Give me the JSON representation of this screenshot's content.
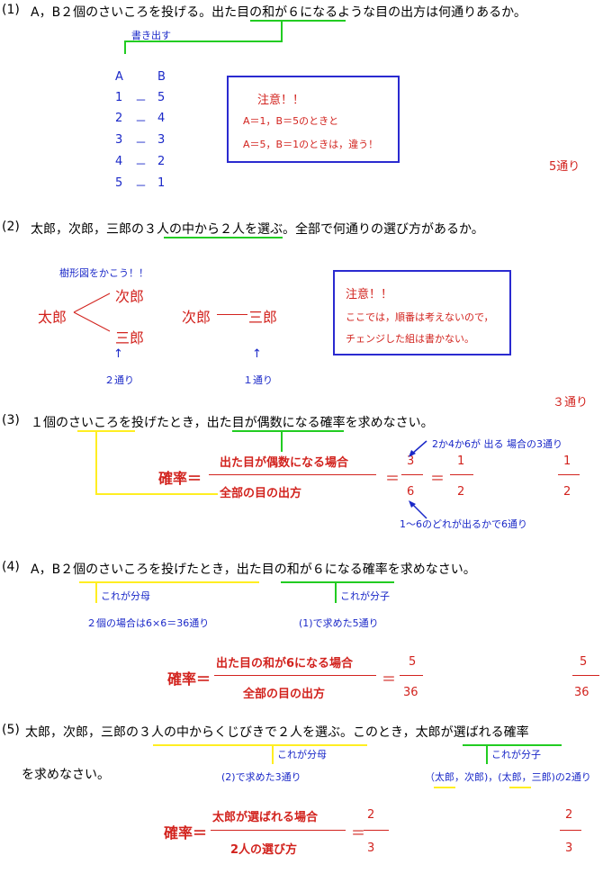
{
  "q1": {
    "num": "(1)",
    "text": "A，B２個のさいころを投げる。出た目の和が６になるような目の出方は何通りあるか。",
    "note_label": "書き出す",
    "col_a": "A",
    "col_b": "B",
    "pairs": [
      {
        "a": "1",
        "b": "5"
      },
      {
        "a": "2",
        "b": "4"
      },
      {
        "a": "3",
        "b": "3"
      },
      {
        "a": "4",
        "b": "2"
      },
      {
        "a": "5",
        "b": "1"
      }
    ],
    "dash": "－",
    "caution_title": "注意！！",
    "caution_line1": "A＝1，B＝5のときと",
    "caution_line2": "A＝5，B＝1のときは，違う！",
    "answer": "5通り"
  },
  "q2": {
    "num": "(2)",
    "text": "太郎，次郎，三郎の３人の中から２人を選ぶ。全部で何通りの選び方があるか。",
    "tree_note": "樹形図をかこう！！",
    "taro": "太郎",
    "jiro": "次郎",
    "saburo": "三郎",
    "jiro2": "次郎",
    "saburo2": "三郎",
    "arrow": "↑",
    "count_left": "２通り",
    "count_right": "１通り",
    "caution_title": "注意！！",
    "caution_line1": "ここでは，順番は考えないので，",
    "caution_line2": "チェンジした組は書かない。",
    "answer": "３通り"
  },
  "q3": {
    "num": "(3)",
    "text": "１個のさいころを投げたとき，出た目が偶数になる確率を求めなさい。",
    "prob_label": "確率＝",
    "numerator_text": "出た目が偶数になる場合",
    "denominator_text": "全部の目の出方",
    "eq": "＝",
    "n1": "3",
    "d1": "6",
    "eq2": "＝",
    "n2": "1",
    "d2": "2",
    "note_top": "2か4か6が 出る 場合の3通り",
    "note_bottom": "1～6のどれが出るかで6通り",
    "ans_n": "1",
    "ans_d": "2"
  },
  "q4": {
    "num": "(4)",
    "text": "A，B２個のさいころを投げたとき，出た目の和が６になる確率を求めなさい。",
    "denom_label": "これが分母",
    "numer_label": "これが分子",
    "denom_note": "２個の場合は6×6＝36通り",
    "numer_note": "(1)で求めた5通り",
    "prob_label": "確率＝",
    "numerator_text": "出た目の和が6になる場合",
    "denominator_text": "全部の目の出方",
    "eq": "＝",
    "n1": "5",
    "d1": "36",
    "ans_n": "5",
    "ans_d": "36"
  },
  "q5": {
    "num": "(5)",
    "text1": "太郎，次郎，三郎の３人の中からくじびきで２人を選ぶ。このとき，太郎が選ばれる確率",
    "text2": "を求めなさい。",
    "denom_label": "これが分母",
    "numer_label": "これが分子",
    "denom_note": "(2)で求めた3通り",
    "numer_note": "（太郎，次郎)，(太郎，三郎)の2通り",
    "prob_label": "確率＝",
    "numerator_text": "太郎が選ばれる場合",
    "denominator_text": "2人の選び方",
    "eq": "＝",
    "n1": "2",
    "d1": "3",
    "ans_n": "2",
    "ans_d": "3"
  }
}
